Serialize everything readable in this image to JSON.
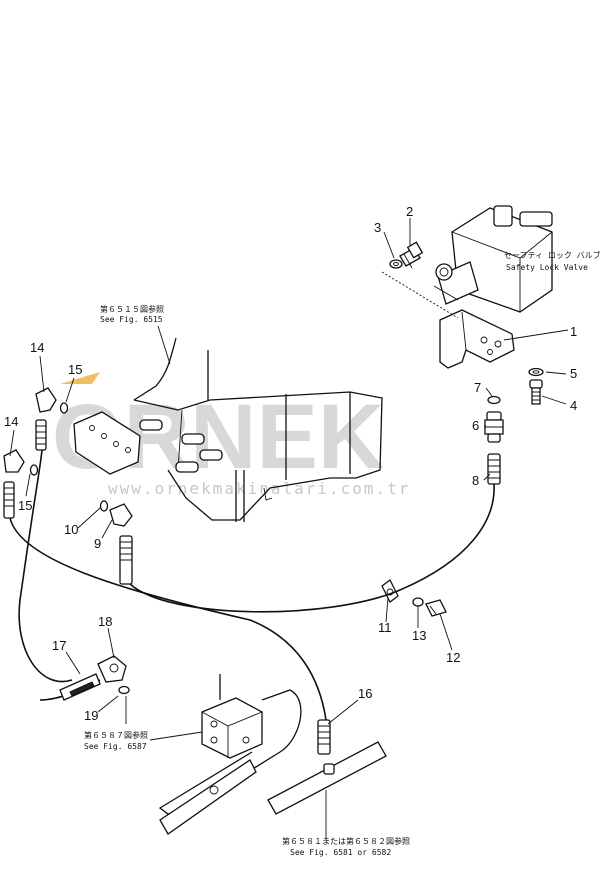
{
  "watermark": {
    "brand": "ORNEK",
    "url": "www.ornekmakinalari.com.tr"
  },
  "notes": {
    "valve_jp": "セーフティ ロック バルブ",
    "valve_en": "Safety Lock Valve",
    "fig6515_jp": "第６５１５図参照",
    "fig6515_en": "See Fig. 6515",
    "fig6587_jp": "第６５８７図参照",
    "fig6587_en": "See Fig. 6587",
    "fig6581_jp": "第６５８１または第６５８２図参照",
    "fig6581_en": "See Fig. 6581 or 6582"
  },
  "callouts": {
    "c1": "1",
    "c2": "2",
    "c3": "3",
    "c4": "4",
    "c5": "5",
    "c6": "6",
    "c7": "7",
    "c8": "8",
    "c9": "9",
    "c10": "10",
    "c11": "11",
    "c12": "12",
    "c13": "13",
    "c14a": "14",
    "c14b": "14",
    "c15a": "15",
    "c15b": "15",
    "c16": "16",
    "c17": "17",
    "c18": "18",
    "c19": "19"
  }
}
